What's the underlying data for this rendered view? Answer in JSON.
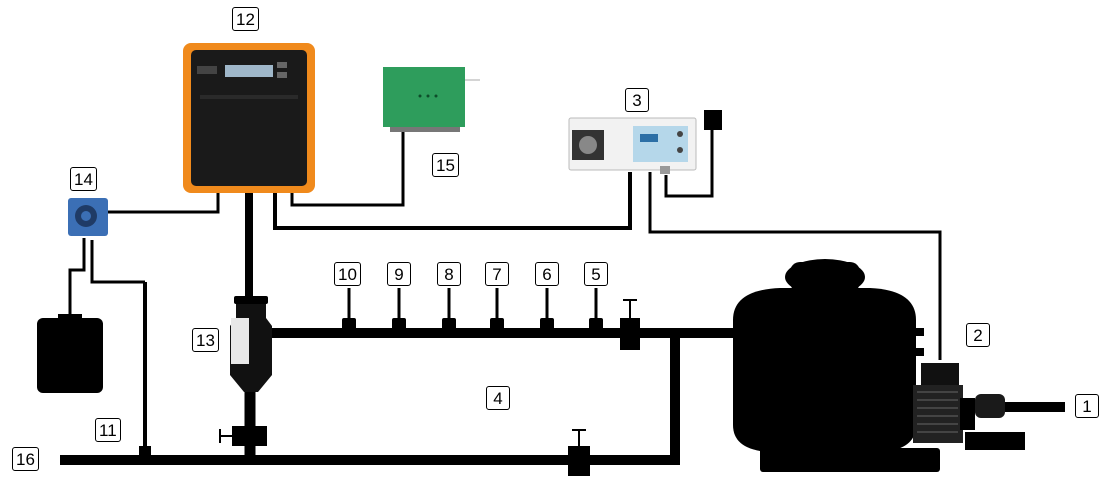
{
  "callouts": [
    {
      "id": "1",
      "text": "1"
    },
    {
      "id": "2",
      "text": "2"
    },
    {
      "id": "3",
      "text": "3"
    },
    {
      "id": "4",
      "text": "4"
    },
    {
      "id": "5",
      "text": "5"
    },
    {
      "id": "6",
      "text": "6"
    },
    {
      "id": "7",
      "text": "7"
    },
    {
      "id": "8",
      "text": "8"
    },
    {
      "id": "9",
      "text": "9"
    },
    {
      "id": "10",
      "text": "10"
    },
    {
      "id": "11",
      "text": "11"
    },
    {
      "id": "12",
      "text": "12"
    },
    {
      "id": "13",
      "text": "13"
    },
    {
      "id": "14",
      "text": "14"
    },
    {
      "id": "15",
      "text": "15"
    },
    {
      "id": "16",
      "text": "16"
    }
  ],
  "colors": {
    "pipe": "#000000",
    "controller_body": "#1a1a1a",
    "controller_frame": "#f08a1c",
    "display": "#9fb7c9",
    "board": "#2e9d5c",
    "pump_head": "#3b6fb5",
    "panel": "#f2f2f2"
  },
  "icons": [
    "controller-icon",
    "green-board-icon",
    "control-panel-icon",
    "switch-box-icon",
    "dosing-pump-icon",
    "tank-icon",
    "sand-filter-icon",
    "pool-pump-icon",
    "electrolysis-cell-icon",
    "valve-icon"
  ]
}
